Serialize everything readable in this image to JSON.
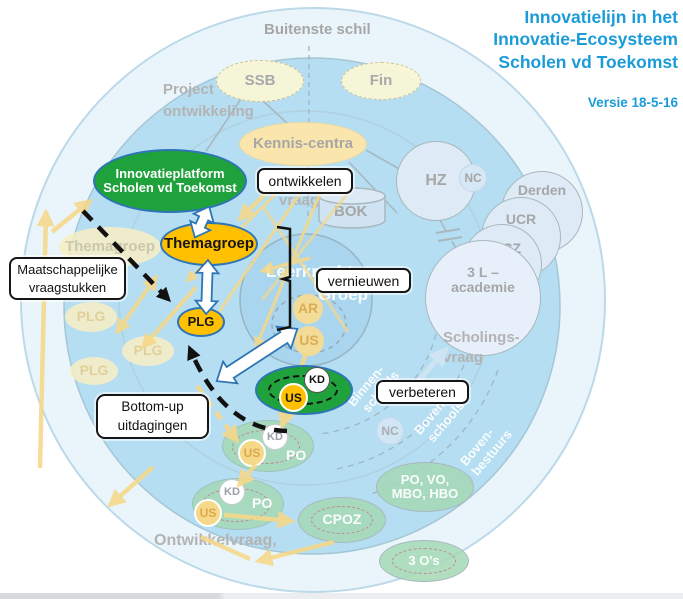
{
  "title": {
    "line1": "Innovatielijn in het",
    "line2": "Innovatie-Ecosysteem",
    "line3": "Scholen vd Toekomst",
    "version": "Versie 18-5-16"
  },
  "regions": {
    "buitenste_schil": "Buitenste schil",
    "project_line1": "Project",
    "project_line2": "ontwikkeling",
    "vraag": "vraag",
    "scholings_line1": "Scholings-",
    "scholings_line2": "vraag",
    "ontwikkelvraag": "Ontwikkelvraag,",
    "binnen_line1": "Binnen-",
    "binnen_line2": "schools",
    "bovenschools_line1": "Boven-",
    "bovenschools_line2": "schools",
    "bovenbestuurs_line1": "Boven-",
    "bovenbestuurs_line2": "bestuurs",
    "leerkracht": "Leerkracht",
    "groep": "Groep"
  },
  "callouts": {
    "ontwikkelen": "ontwikkelen",
    "vernieuwen": "vernieuwen",
    "verbeteren": "verbeteren",
    "maatschappelijke_line1": "Maatschappelijke",
    "maatschappelijke_line2": "vraagstukken",
    "bottomup_line1": "Bottom-up",
    "bottomup_line2": "uitdagingen"
  },
  "nodes": {
    "innovatieplatform_line1": "Innovatieplatform",
    "innovatieplatform_line2": "Scholen vd Toekomst",
    "themagroep": "Themagroep",
    "themagroep_faded": "Themagroep",
    "plg": "PLG",
    "plg_f1": "PLG",
    "plg_f2": "PLG",
    "plg_f3": "PLG",
    "ssb": "SSB",
    "fin": "Fin",
    "kennis_centra": "Kennis-centra",
    "bok": "BOK",
    "hz": "HZ",
    "nc_top": "NC",
    "nc_mid": "NC",
    "derden": "Derden",
    "ucr": "UCR",
    "rpcz": "RPCZ",
    "l3_line1": "3 L –",
    "l3_line2": "academie",
    "ar": "AR",
    "us_center": "US",
    "us_green": "US",
    "kd_green": "KD",
    "kd_mid": "KD",
    "us_mid": "US",
    "po_mid": "PO",
    "kd_bottom": "KD",
    "us_bottom": "US",
    "po_bottom": "PO",
    "cpoz": "CPOZ",
    "povo_line1": "PO, VO,",
    "povo_line2": "MBO, HBO",
    "o3": "3 O's"
  },
  "colors": {
    "title_blue": "#1B9CD8",
    "vivid_green": "#1FA13C",
    "vivid_orange": "#FFC000",
    "ellipse_border_blue": "#2E75B6",
    "main_circle_blue": "#B5DEF2",
    "yellow_arrow": "#F6D889"
  }
}
